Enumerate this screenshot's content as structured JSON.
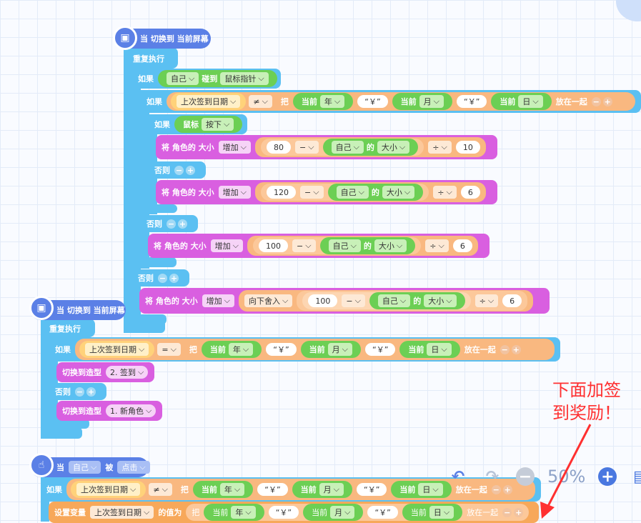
{
  "colors": {
    "event": "#5b80e6",
    "control": "#5bc0f2",
    "looks": "#d95fe0",
    "data": "#f7a85a",
    "sensing": "#6ccf54",
    "annotation": "#ff3030"
  },
  "stack1": {
    "hat": "当 切换到 当前屏幕",
    "repeat": "重复执行",
    "if_label": "如果",
    "self": "自己",
    "touch": "碰到",
    "mouse_pointer": "鼠标指针",
    "inner_if": "如果",
    "last_date": "上次签到日期",
    "neq": "≠",
    "join_ba": "把",
    "cur": "当前",
    "year": "年",
    "month": "月",
    "day": "日",
    "yen": "“￥”",
    "join_end": "放在一起",
    "if3": "如果",
    "mouse": "鼠标",
    "pressed": "按下",
    "set_size_a": "将 角色的 大小",
    "inc": "增加",
    "v80": "80",
    "minus": "−",
    "of": "的",
    "size": "大小",
    "div": "÷",
    "v10": "10",
    "else1": "否则",
    "v120": "120",
    "v6": "6",
    "else2": "否则",
    "v100": "100",
    "else3": "否则",
    "round_down": "向下舍入"
  },
  "stack2": {
    "hat": "当 切换到 当前屏幕",
    "repeat": "重复执行",
    "if_label": "如果",
    "last_date": "上次签到日期",
    "eq": "=",
    "switch_costume": "切换到造型",
    "costume2": "2. 签到",
    "else": "否则",
    "costume1": "1. 新角色"
  },
  "stack3": {
    "hat_when": "当",
    "self": "自己",
    "by": "被",
    "clicked": "点击",
    "if_label": "如果",
    "last_date": "上次签到日期",
    "neq": "≠",
    "set_var": "设置变量",
    "var_name": "上次签到日期",
    "value_of": "的值为"
  },
  "annotation": {
    "line1": "下面加签",
    "line2": "到奖励！"
  },
  "zoom": {
    "level": "50%"
  }
}
